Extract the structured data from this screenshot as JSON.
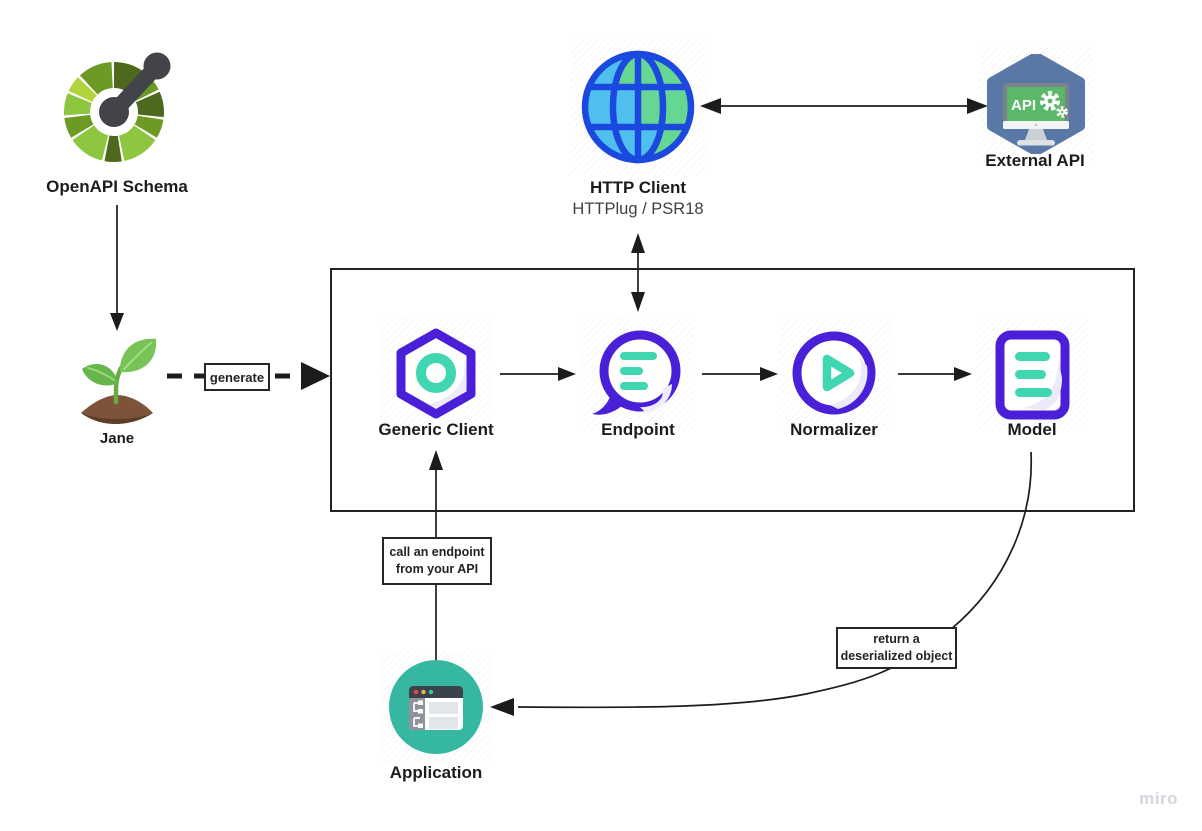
{
  "diagram": {
    "nodes": {
      "openapi": {
        "label": "OpenAPI Schema"
      },
      "jane": {
        "label": "Jane"
      },
      "http_client": {
        "label": "HTTP Client",
        "sublabel": "HTTPlug / PSR18"
      },
      "external_api": {
        "label": "External API",
        "screen_text": "API"
      },
      "generic_client": {
        "label": "Generic Client"
      },
      "endpoint": {
        "label": "Endpoint"
      },
      "normalizer": {
        "label": "Normalizer"
      },
      "model": {
        "label": "Model"
      },
      "application": {
        "label": "Application"
      }
    },
    "edges": {
      "generate": {
        "label": "generate"
      },
      "call_endpoint": {
        "lines": [
          "call an endpoint",
          "from your API"
        ]
      },
      "return_object": {
        "lines": [
          "return a",
          "deserialized object"
        ]
      }
    },
    "watermark": "miro",
    "colors": {
      "node_stroke": "#4a1fd8",
      "node_accent": "#40d6b1",
      "globe_stroke": "#1b49e0",
      "globe_blue": "#4fc0ee",
      "globe_green": "#65d793",
      "application_bg": "#35b7a1",
      "external_hex": "#5a78a5",
      "external_screen": "#5ab969",
      "openapi_dark_green": "#4c691d",
      "openapi_mid_green": "#6d9a24",
      "openapi_bright_green": "#8ec63f",
      "openapi_lime": "#b1d33c",
      "connector": "#1c1c1e"
    }
  }
}
